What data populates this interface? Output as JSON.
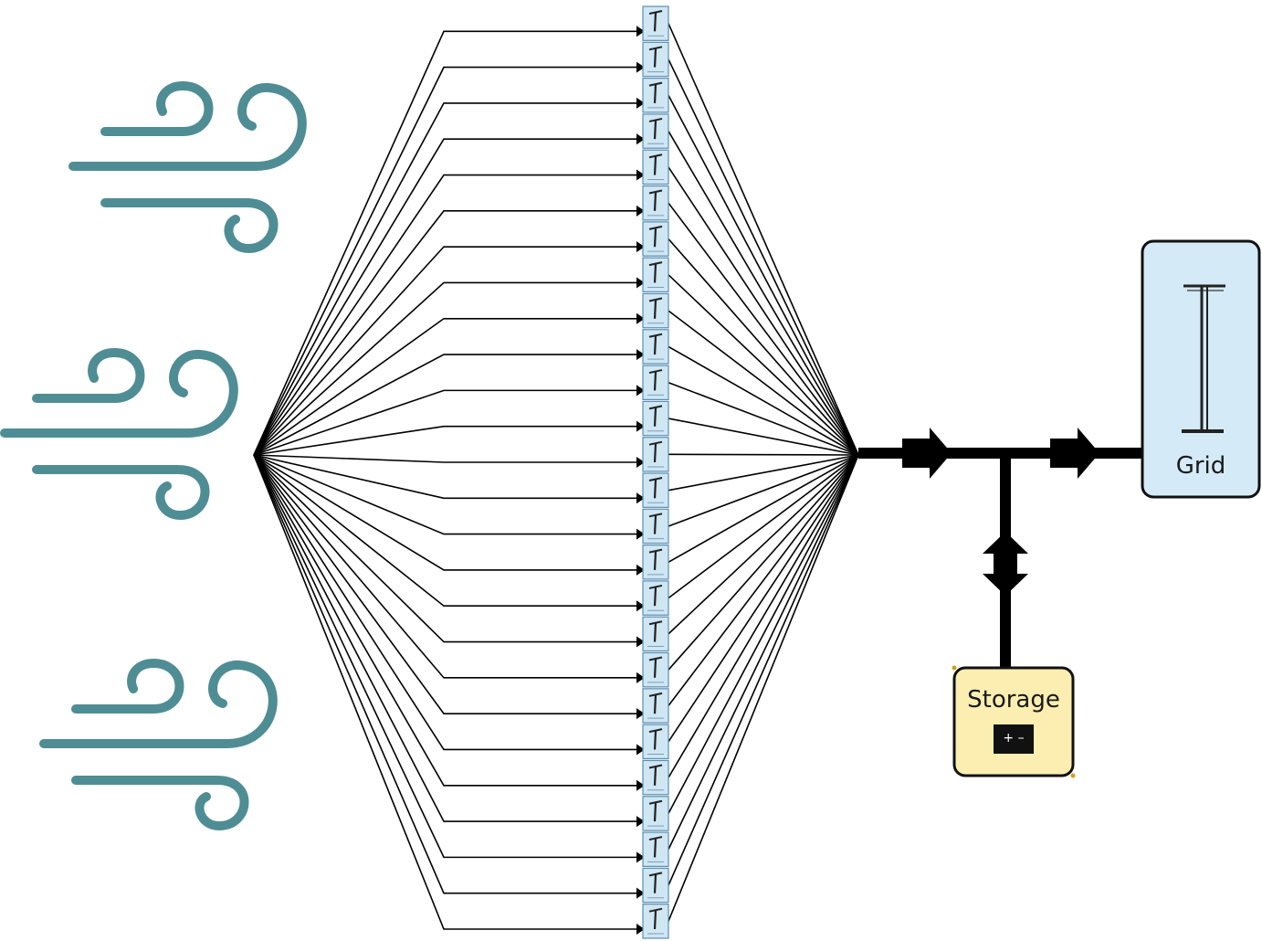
{
  "diagram": {
    "turbine_count": 26,
    "wind_icon_count": 3,
    "colors": {
      "wind": "#4f8d95",
      "turbine_fill": "#cfe6f3",
      "turbine_stroke": "#5a8fb0",
      "line": "#000000",
      "grid_fill": "#d4eaf7",
      "storage_fill": "#fbeeb0",
      "storage_accent": "#d2a21a"
    },
    "icons": {
      "wind": "wind-icon",
      "turbine": "wind-turbine-icon",
      "tower": "transmission-tower-icon",
      "battery": "battery-icon"
    },
    "grid": {
      "label": "Grid"
    },
    "storage": {
      "label": "Storage",
      "battery_symbol": "+ –"
    }
  }
}
